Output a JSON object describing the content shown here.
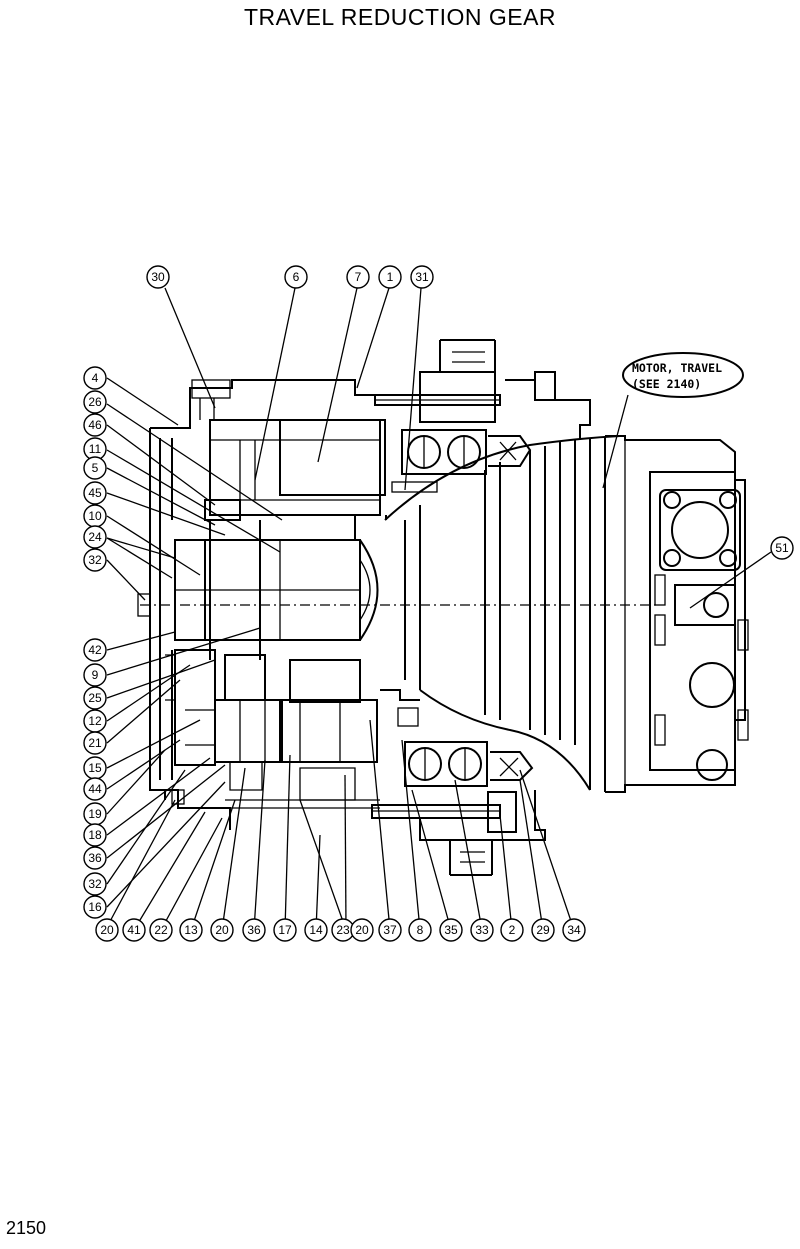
{
  "title": "TRAVEL REDUCTION GEAR",
  "page_number": "2150",
  "note": {
    "line1": "MOTOR, TRAVEL",
    "line2": "(SEE 2140)"
  },
  "callouts": {
    "top": [
      "30",
      "6",
      "7",
      "1",
      "31"
    ],
    "left": [
      "4",
      "26",
      "46",
      "11",
      "5",
      "45",
      "10",
      "24",
      "32",
      "42",
      "9",
      "25",
      "12",
      "21",
      "15",
      "44",
      "19",
      "18",
      "36",
      "32",
      "16"
    ],
    "bottom": [
      "20",
      "41",
      "22",
      "13",
      "20",
      "36",
      "17",
      "14",
      "23",
      "20",
      "37",
      "8",
      "35",
      "33",
      "2",
      "29",
      "34"
    ],
    "right": [
      "51"
    ]
  }
}
